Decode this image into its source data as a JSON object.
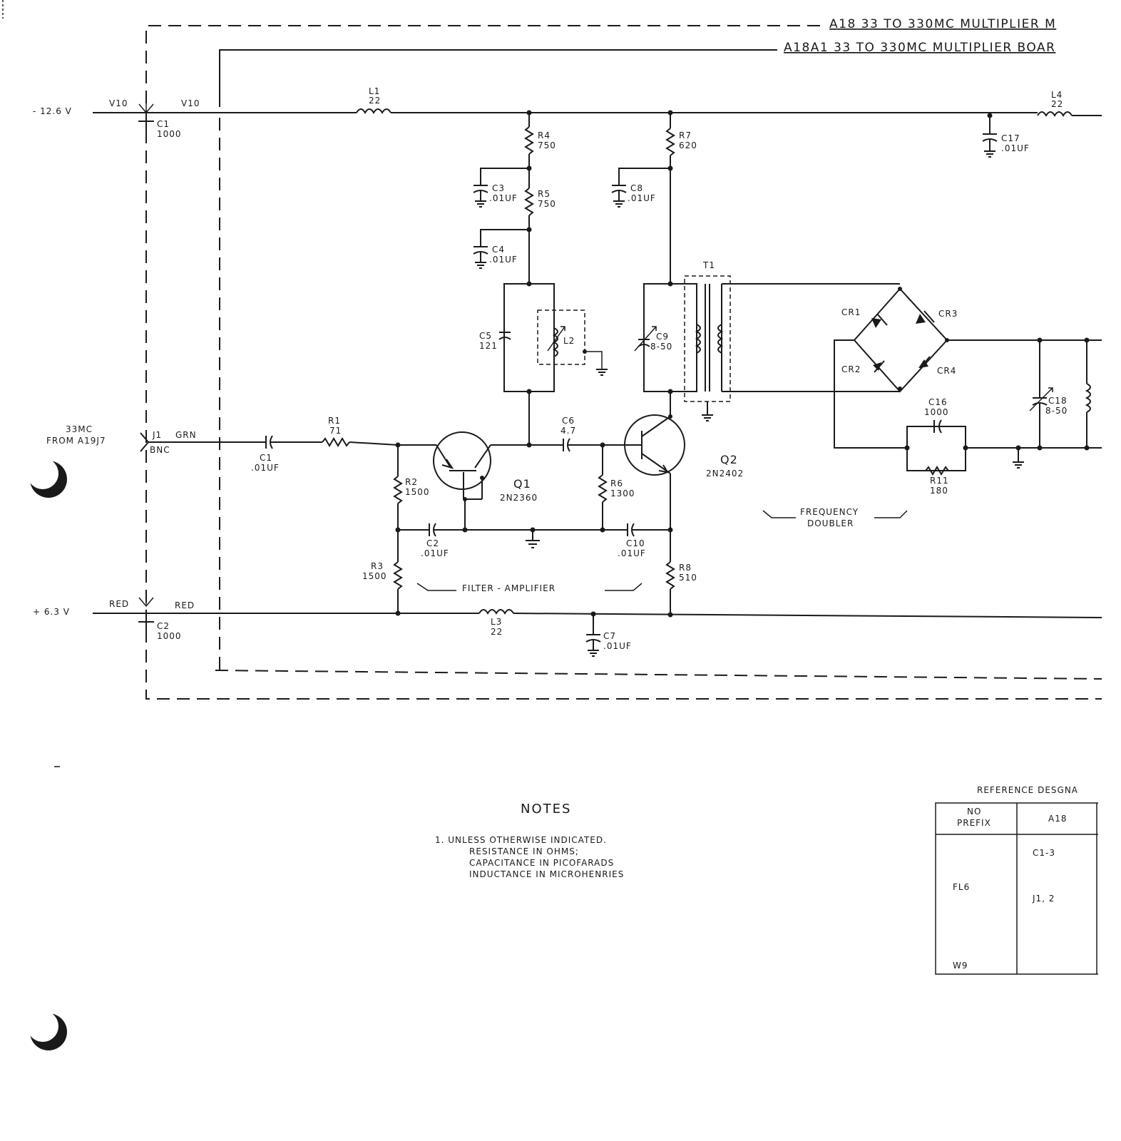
{
  "titles": {
    "assembly": "A18 33 TO 330MC MULTIPLIER M",
    "board": "A18A1 33 TO 330MC MULTIPLIER BOAR"
  },
  "rails": {
    "neg_supply": "- 12.6 V",
    "pos_supply": "+ 6.3 V",
    "v10_left": "V10",
    "v10_right": "V10",
    "red_left": "RED",
    "red_right": "RED"
  },
  "input": {
    "signal_line1": "33MC",
    "signal_line2": "FROM A19J7",
    "jack": "J1",
    "wire": "GRN",
    "connector": "BNC"
  },
  "components": {
    "c1_ext": {
      "name": "C1",
      "value": "1000"
    },
    "c2_ext": {
      "name": "C2",
      "value": "1000"
    },
    "l1": {
      "name": "L1",
      "value": "22"
    },
    "l3": {
      "name": "L3",
      "value": "22"
    },
    "l4": {
      "name": "L4",
      "value": "22"
    },
    "r1": {
      "name": "R1",
      "value": "71"
    },
    "r2": {
      "name": "R2",
      "value": "1500"
    },
    "r3": {
      "name": "R3",
      "value": "1500"
    },
    "r4": {
      "name": "R4",
      "value": "750"
    },
    "r5": {
      "name": "R5",
      "value": "750"
    },
    "r6": {
      "name": "R6",
      "value": "1300"
    },
    "r7": {
      "name": "R7",
      "value": "620"
    },
    "r8": {
      "name": "R8",
      "value": "510"
    },
    "r11": {
      "name": "R11",
      "value": "180"
    },
    "c1": {
      "name": "C1",
      "value": ".01UF"
    },
    "c2": {
      "name": "C2",
      "value": ".01UF"
    },
    "c3": {
      "name": "C3",
      "value": ".01UF"
    },
    "c4": {
      "name": "C4",
      "value": ".01UF"
    },
    "c5": {
      "name": "C5",
      "value": "121"
    },
    "c6": {
      "name": "C6",
      "value": "4.7"
    },
    "c7": {
      "name": "C7",
      "value": ".01UF"
    },
    "c8": {
      "name": "C8",
      "value": ".01UF"
    },
    "c9": {
      "name": "C9",
      "value": "8-50"
    },
    "c10": {
      "name": "C10",
      "value": ".01UF"
    },
    "c16": {
      "name": "C16",
      "value": "1000"
    },
    "c17": {
      "name": "C17",
      "value": ".01UF"
    },
    "c18": {
      "name": "C18",
      "value": "8-50"
    },
    "l2": {
      "name": "L2"
    },
    "t1": {
      "name": "T1"
    },
    "q1": {
      "name": "Q1",
      "part": "2N2360"
    },
    "q2": {
      "name": "Q2",
      "part": "2N2402"
    },
    "cr1": "CR1",
    "cr2": "CR2",
    "cr3": "CR3",
    "cr4": "CR4"
  },
  "sections": {
    "filter_amp": "FILTER - AMPLIFIER",
    "doubler_line1": "FREQUENCY",
    "doubler_line2": "DOUBLER"
  },
  "notes": {
    "heading": "NOTES",
    "line1": "1.  UNLESS OTHERWISE INDICATED.",
    "line2": "RESISTANCE IN OHMS;",
    "line3": "CAPACITANCE IN PICOFARADS",
    "line4": "INDUCTANCE IN MICROHENRIES"
  },
  "ref_table": {
    "caption": "REFERENCE DESGNA",
    "col1_header_1": "NO",
    "col1_header_2": "PREFIX",
    "col2_header": "A18",
    "col1_rows": [
      "FL6",
      "W9"
    ],
    "col2_rows": [
      "C1-3",
      "J1, 2"
    ]
  }
}
